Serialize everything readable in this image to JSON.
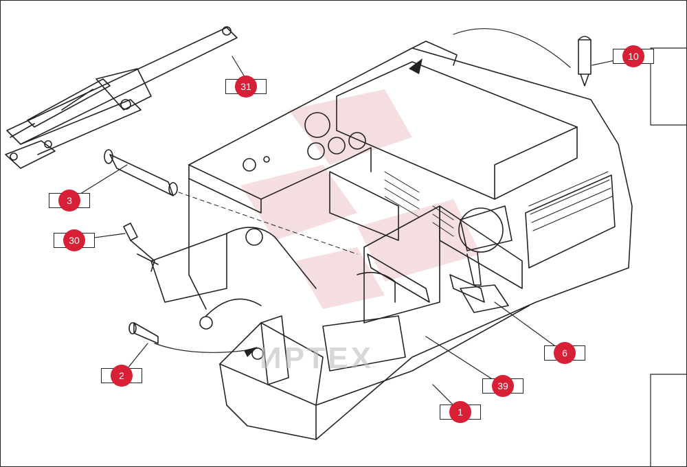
{
  "callouts": [
    {
      "id": "c31",
      "label": "31"
    },
    {
      "id": "c10",
      "label": "10"
    },
    {
      "id": "c3",
      "label": "3"
    },
    {
      "id": "c30",
      "label": "30"
    },
    {
      "id": "c2",
      "label": "2"
    },
    {
      "id": "c6",
      "label": "6"
    },
    {
      "id": "c39",
      "label": "39"
    },
    {
      "id": "c1",
      "label": "1"
    }
  ],
  "watermark": "ИРТЕХ",
  "colors": {
    "callout": "#d71f35",
    "line": "#222222",
    "watermark": "#e3a3a8"
  }
}
